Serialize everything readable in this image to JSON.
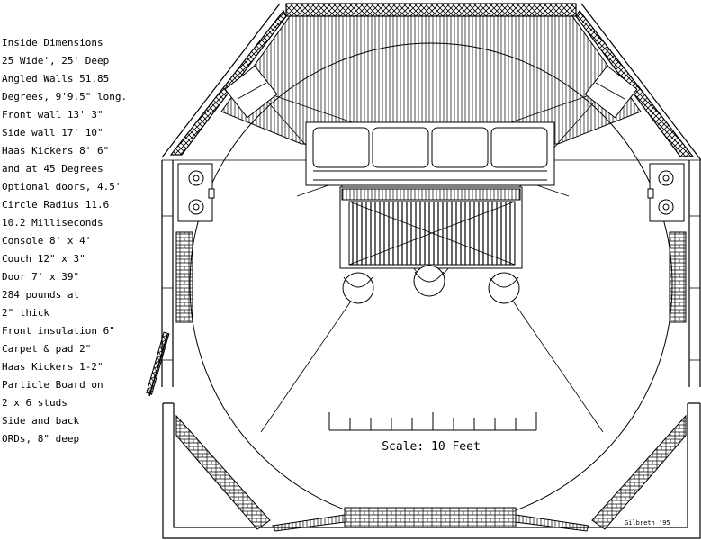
{
  "notes": [
    "  Inside Dimensions",
    "25 Wide', 25' Deep",
    " Angled Walls 51.85",
    "Degrees, 9'9.5\" long.",
    " Front wall 13' 3\"",
    "Side wall 17' 10\"",
    " Haas Kickers 8' 6\"",
    "and at 45 Degrees",
    " Optional doors, 4.5'",
    " Circle Radius 11.6'",
    "10.2 Milliseconds",
    " Console 8' x 4'",
    "Couch  12\" x 3\"",
    " Door 7' x 39\"",
    "284 pounds at",
    "2\" thick",
    " Front insulation 6\"",
    " Carpet & pad 2\"",
    " Haas Kickers 1-2\"",
    "Particle Board on",
    "2 x 6 studs",
    " Side and back",
    "ORDs, 8\" deep"
  ],
  "scale_label": "Scale: 10 Feet",
  "signature": "Gilbreth '95"
}
